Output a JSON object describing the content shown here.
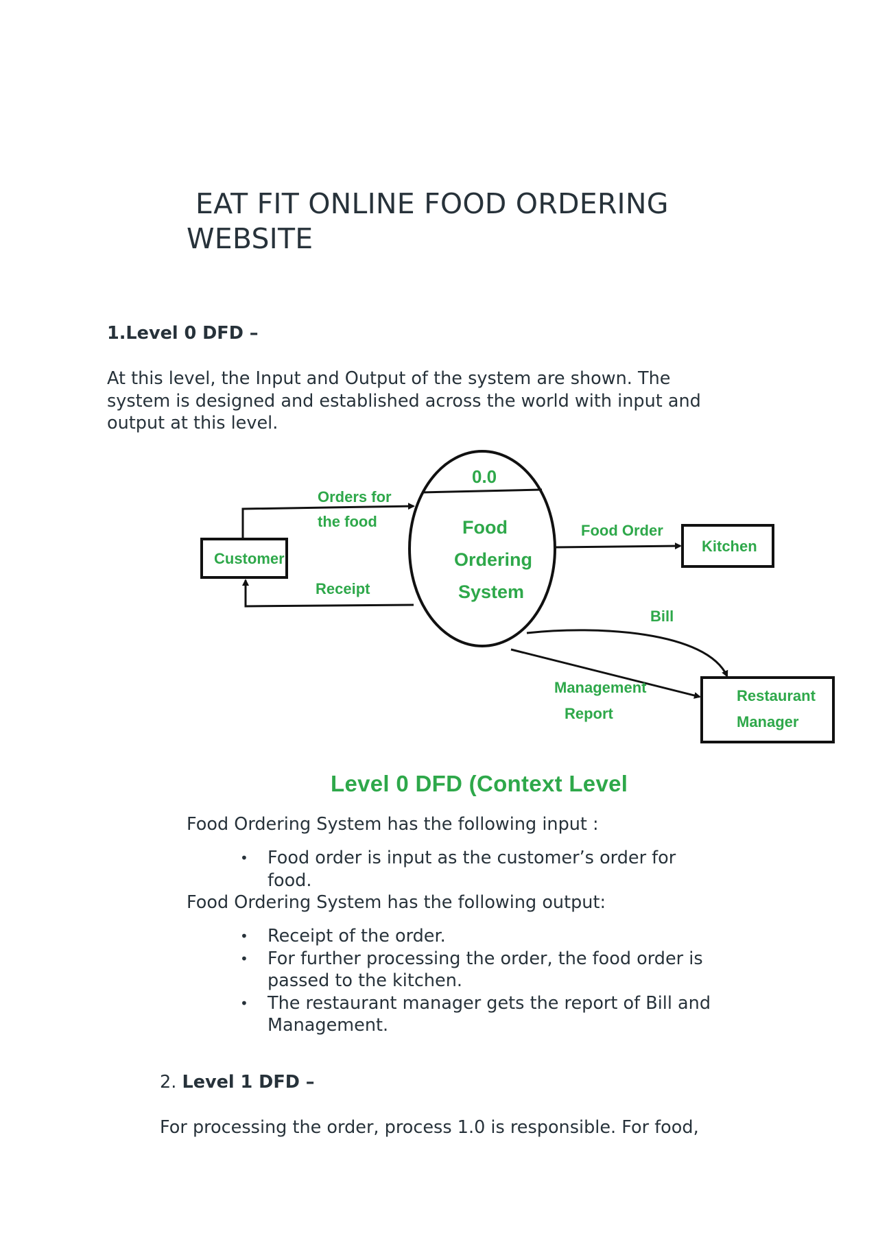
{
  "document": {
    "title_line1": "EAT FIT ONLINE FOOD ORDERING",
    "title_line2": "WEBSITE",
    "section1": {
      "heading": "1.Level 0 DFD –",
      "intro_lines": [
        "At this level, the Input and Output of the system are shown. The",
        "system is designed and established across the world with input and",
        "output at this level."
      ]
    },
    "diagram": {
      "process_number": "0.0",
      "process_name_lines": [
        "Food",
        "Ordering",
        "System"
      ],
      "entities": {
        "customer": "Customer",
        "kitchen": "Kitchen",
        "manager_line1": "Restaurant",
        "manager_line2": "Manager"
      },
      "flows": {
        "orders_line1": "Orders for",
        "orders_line2": "the food",
        "receipt": "Receipt",
        "food_order": "Food Order",
        "bill": "Bill",
        "mgmt_line1": "Management",
        "mgmt_line2": "Report"
      },
      "caption": "Level 0 DFD (Context Level",
      "label_color": "#2ea84a",
      "line_color": "#111111"
    },
    "input_intro": "Food Ordering System has the following input :",
    "inputs": [
      {
        "line1": "Food order is input as the customer’s order for",
        "line2": "food."
      }
    ],
    "output_intro": "Food Ordering System has the following output:",
    "outputs": [
      {
        "line1": "Receipt of the order.",
        "line2": ""
      },
      {
        "line1": "For further processing the order, the food order is",
        "line2": "passed to the kitchen."
      },
      {
        "line1": "The restaurant manager gets the report of Bill and",
        "line2": "Management."
      }
    ],
    "bullet_glyph": "•",
    "section2": {
      "number": "2.",
      "heading": "Level 1 DFD –",
      "first_line": "For processing the order, process 1.0 is responsible. For food,"
    }
  }
}
